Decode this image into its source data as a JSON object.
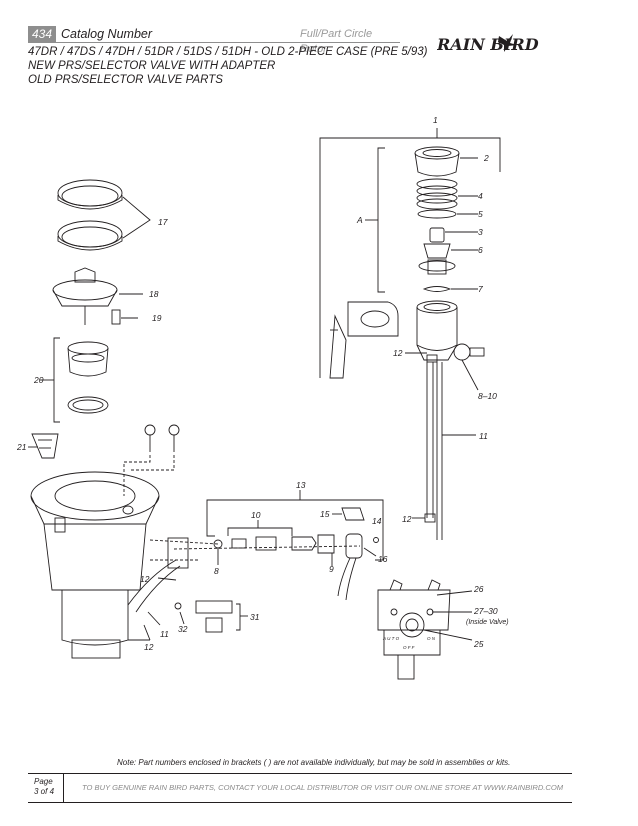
{
  "header": {
    "page_number": "434",
    "catalog_label": "Catalog Number",
    "circle_type": "Full/Part Circle Rotor",
    "logo_text": "RAIN BIRD",
    "titles": [
      "47DR / 47DS / 47DH / 51DR / 51DS / 51DH - OLD 2-PIECE CASE (PRE 5/93)",
      "NEW PRS/SELECTOR VALVE WITH ADAPTER",
      "OLD PRS/SELECTOR VALVE PARTS"
    ]
  },
  "callouts": {
    "c1": "1",
    "c2": "2",
    "c4": "4",
    "c5": "5",
    "c3": "3",
    "c6": "6",
    "c7": "7",
    "cA": "A",
    "c12a": "12",
    "c810": "8–10",
    "c11a": "11",
    "c12b": "12",
    "c17": "17",
    "c18": "18",
    "c19": "19",
    "c20": "20",
    "c21": "21",
    "c13": "13",
    "c10": "10",
    "c15": "15",
    "c14": "14",
    "c16": "16",
    "c8": "8",
    "c9": "9",
    "c12c": "12",
    "c11b": "11",
    "c12d": "12",
    "c32": "32",
    "c31": "31",
    "c26": "26",
    "c2730": "27–30",
    "inside_valve": "(Inside Valve)",
    "c25": "25"
  },
  "valve_dial": {
    "auto": "A U T O",
    "off": "O F F",
    "on": "O N"
  },
  "note": "Note: Part numbers enclosed in brackets ( ) are not available individually, but may be sold in assemblies or kits.",
  "footer": {
    "page_label": "Page",
    "page_of": "3 of 4",
    "message": "TO BUY GENUINE RAIN BIRD PARTS, CONTACT YOUR LOCAL DISTRIBUTOR OR VISIT OUR ONLINE STORE AT WWW.RAINBIRD.COM"
  }
}
